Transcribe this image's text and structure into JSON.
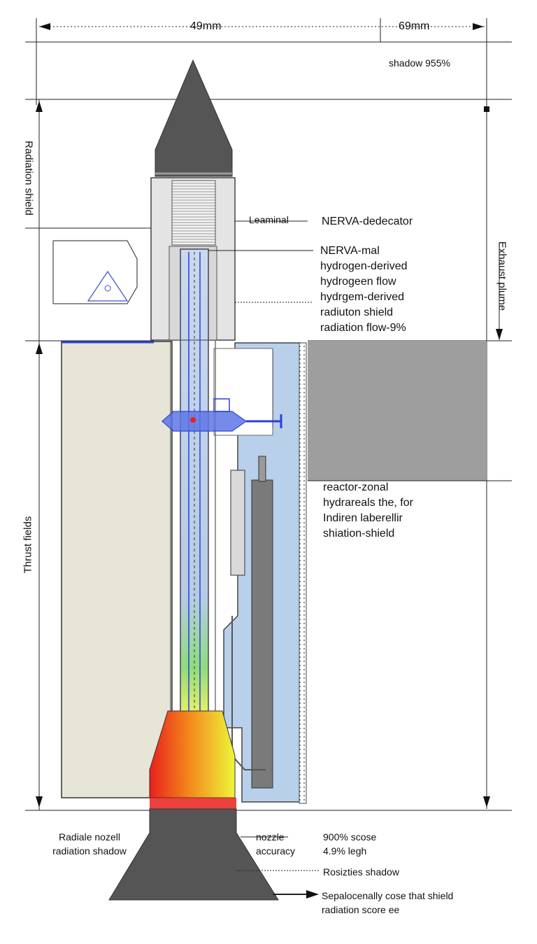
{
  "dimensions": {
    "top_left": "49mm",
    "top_right": "69mm",
    "shadow_pct": "shadow 955%",
    "left_upper_vertical": "Radiation shield",
    "left_lower_vertical": "Thrust fields",
    "right_vertical": "Exhaust plume"
  },
  "callouts": {
    "moderator": {
      "prefix": "Leaminal",
      "text": "NERVA-dedecator"
    },
    "flow_block": [
      "NERVA-mal",
      "hydrogen-derived",
      "hydrogeen flow",
      "hydrgem-derived",
      "radiuton shield",
      "radiation flow-9%"
    ],
    "reactor_block": [
      "reactor-zonal",
      "hydrareals the, for",
      "Indiren laberellir",
      "shiation-shield"
    ],
    "nozzle_left": [
      "Radiale nozell",
      "radiation shadow"
    ],
    "nozzle_mid": [
      "nozzle",
      "accuracy"
    ],
    "nozzle_values": [
      "900% scose",
      "4.9% legh"
    ],
    "nozzle_shadow": "Rosizties shadow",
    "bottom_note": [
      "Sepalocenally cose that shield",
      "radiation score ee"
    ]
  },
  "colors": {
    "nose_cone": "#555555",
    "moderator_body": "#e4e4e4",
    "coolant_blue": "#b9d0ea",
    "left_panel": "#e7e5d6",
    "right_panel": "#9e9e9e",
    "shield_dark": "#7a7a7a",
    "hot_red": "#e8201c",
    "hot_yellow": "#eef53a",
    "flow_accent": "#2b3fd6"
  },
  "icons": [
    "warning-triangle-icon",
    "arrow-right-icon",
    "dimension-arrow-icon"
  ]
}
